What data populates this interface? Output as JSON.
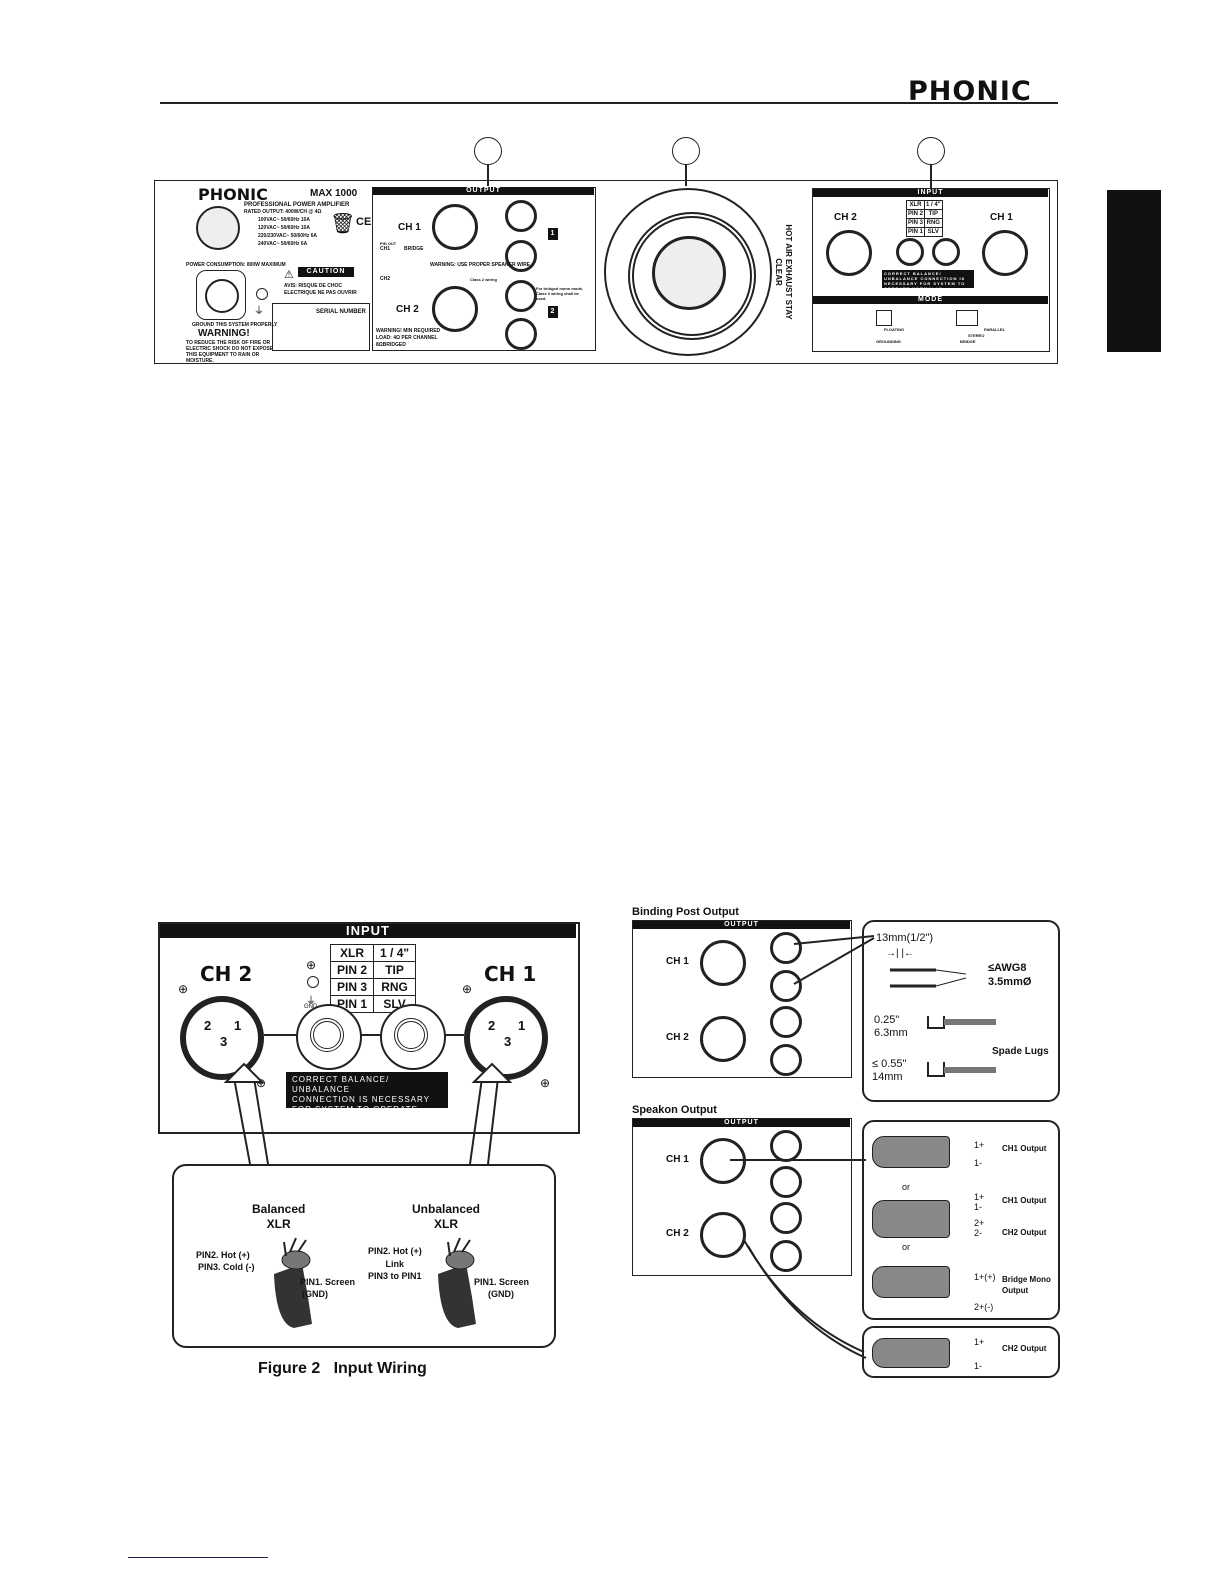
{
  "header": {
    "brand": "PHONIC"
  },
  "rear_panel": {
    "left": {
      "brand": "PHONIC",
      "model": "MAX 1000",
      "subtitle": "PROFESSIONAL POWER AMPLIFIER",
      "rated": "RATED OUTPUT: 400W/CH @ 4Ω",
      "voltages": [
        "100VAC~ 50/60Hz 10A",
        "120VAC~ 50/60Hz 10A",
        "220/230VAC~ 50/60Hz 6A",
        "240VAC~ 50/60Hz 6A"
      ],
      "consumption": "POWER CONSUMPTION: 800W MAXIMUM",
      "ground_note": "GROUND THIS SYSTEM PROPERLY",
      "warning": "WARNING!",
      "warning_text": "TO REDUCE THE RISK OF FIRE OR ELECTRIC SHOCK DO NOT EXPOSE THIS EQUIPMENT TO RAIN OR MOISTURE.",
      "caution": "CAUTION",
      "caution_text": "AVIS: RISQUE DE CHOC ELECTRIQUE NE PAS OUVRIR",
      "serial": "SERIAL NUMBER"
    },
    "output": {
      "title": "OUTPUT",
      "ch1": "CH 1",
      "ch2": "CH 2",
      "warning": "WARNING: USE PROPER SPEAKER WIRE.",
      "class": "Class 2 wiring",
      "load_warning": "WARNING! MIN REQUIRED LOAD: 4Ω PER CHANNEL 8ΩBRIDGED",
      "bridge_note": "For bridged mono mode, Class 3 wiring shall be used.",
      "ch1_label": "CH1",
      "bridge_label": "BRIDGE",
      "ch2_label": "CH2",
      "pin_out": "PIN OUT",
      "post1": "1",
      "post2": "2"
    },
    "fan": {
      "label": "HOT AIR EXHAUST STAY CLEAR"
    },
    "input": {
      "title": "INPUT",
      "ch2": "CH 2",
      "ch1": "CH 1",
      "table": [
        [
          "XLR",
          "1 / 4\""
        ],
        [
          "PIN 2",
          "TIP"
        ],
        [
          "PIN 3",
          "RNG"
        ],
        [
          "PIN 1",
          "SLV"
        ]
      ],
      "notice": "CORRECT BALANCE/ UNBALANCE CONNECTION IS NECESSARY FOR SYSTEM TO OPERATE NORMALLY",
      "mode_title": "MODE",
      "floating": "FLOATING",
      "grounding": "GROUNDING",
      "parallel": "PARALLEL",
      "stereo": "STEREO",
      "bridge": "BRIDGE"
    }
  },
  "figure2": {
    "header": "INPUT",
    "ch2": "CH 2",
    "ch1": "CH 1",
    "table": [
      [
        "XLR",
        "1 / 4\""
      ],
      [
        "PIN 2",
        "TIP"
      ],
      [
        "PIN 3",
        "RNG"
      ],
      [
        "PIN 1",
        "SLV"
      ]
    ],
    "gnd": "GND",
    "notice_lines": [
      "CORRECT BALANCE/ UNBALANCE",
      "CONNECTION IS NECESSARY",
      "FOR SYSTEM TO OPERATE NORMALLY"
    ],
    "pins": [
      "2",
      "1",
      "3"
    ],
    "balanced_title": [
      "Balanced",
      "XLR"
    ],
    "unbalanced_title": [
      "Unbalanced",
      "XLR"
    ],
    "bal_hot": "PIN2. Hot (+)",
    "bal_cold": "PIN3. Cold (-)",
    "bal_screen": [
      "PIN1. Screen",
      "(GND)"
    ],
    "unb_hot": "PIN2. Hot (+)",
    "unb_link": [
      "Link",
      "PIN3 to PIN1"
    ],
    "unb_screen": [
      "PIN1. Screen",
      "(GND)"
    ],
    "caption": "Figure 2   Input Wiring"
  },
  "binding": {
    "title": "Binding Post Output",
    "header": "OUTPUT",
    "ch1": "CH 1",
    "ch2": "CH 2",
    "wire_dim": "13mm(1/2\")",
    "awg": "≤AWG8",
    "dia": "3.5mmØ",
    "lug_small": [
      "0.25\"",
      "6.3mm"
    ],
    "lug_large": [
      "≤ 0.55\"",
      "14mm"
    ],
    "lugs": "Spade Lugs"
  },
  "speakon": {
    "title": "Speakon Output",
    "header": "OUTPUT",
    "ch1": "CH 1",
    "ch2": "CH 2",
    "or": "or",
    "plug1": {
      "pins": [
        "1+",
        "1-"
      ],
      "label": "CH1 Output"
    },
    "plug2": {
      "pins": [
        "1+",
        "1-",
        "2+",
        "2-"
      ],
      "labels": [
        "CH1 Output",
        "CH2 Output"
      ]
    },
    "plug3": {
      "pins": [
        "1+(+)",
        "2+(-)"
      ],
      "label": [
        "Bridge Mono",
        "Output"
      ]
    },
    "plug4": {
      "pins": [
        "1+",
        "1-"
      ],
      "label": "CH2 Output"
    }
  }
}
